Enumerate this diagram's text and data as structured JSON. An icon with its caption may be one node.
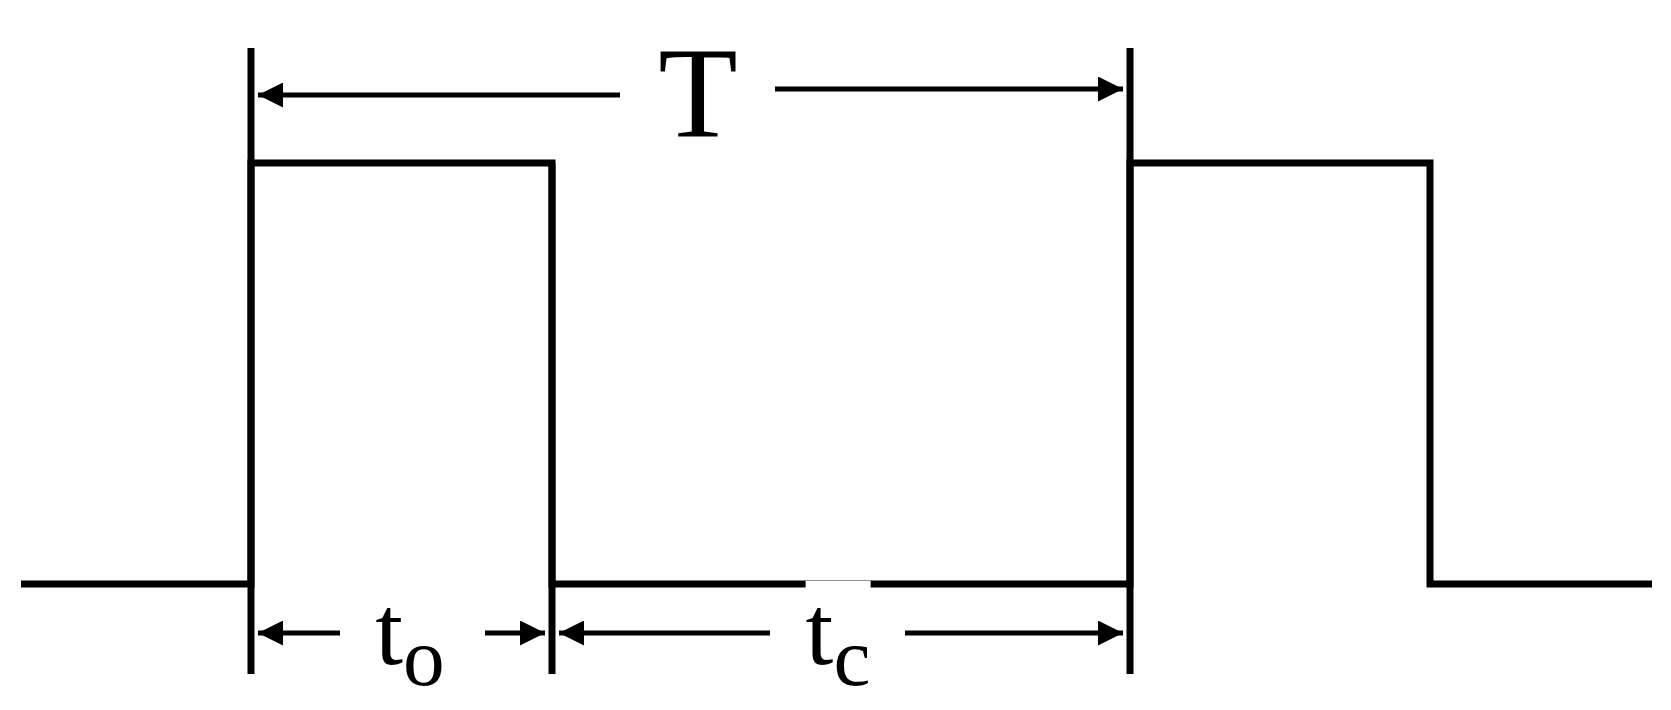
{
  "diagram": {
    "labels": [
      "T",
      "t$_{o}$",
      "t$_{c}$"
    ]
  }
}
